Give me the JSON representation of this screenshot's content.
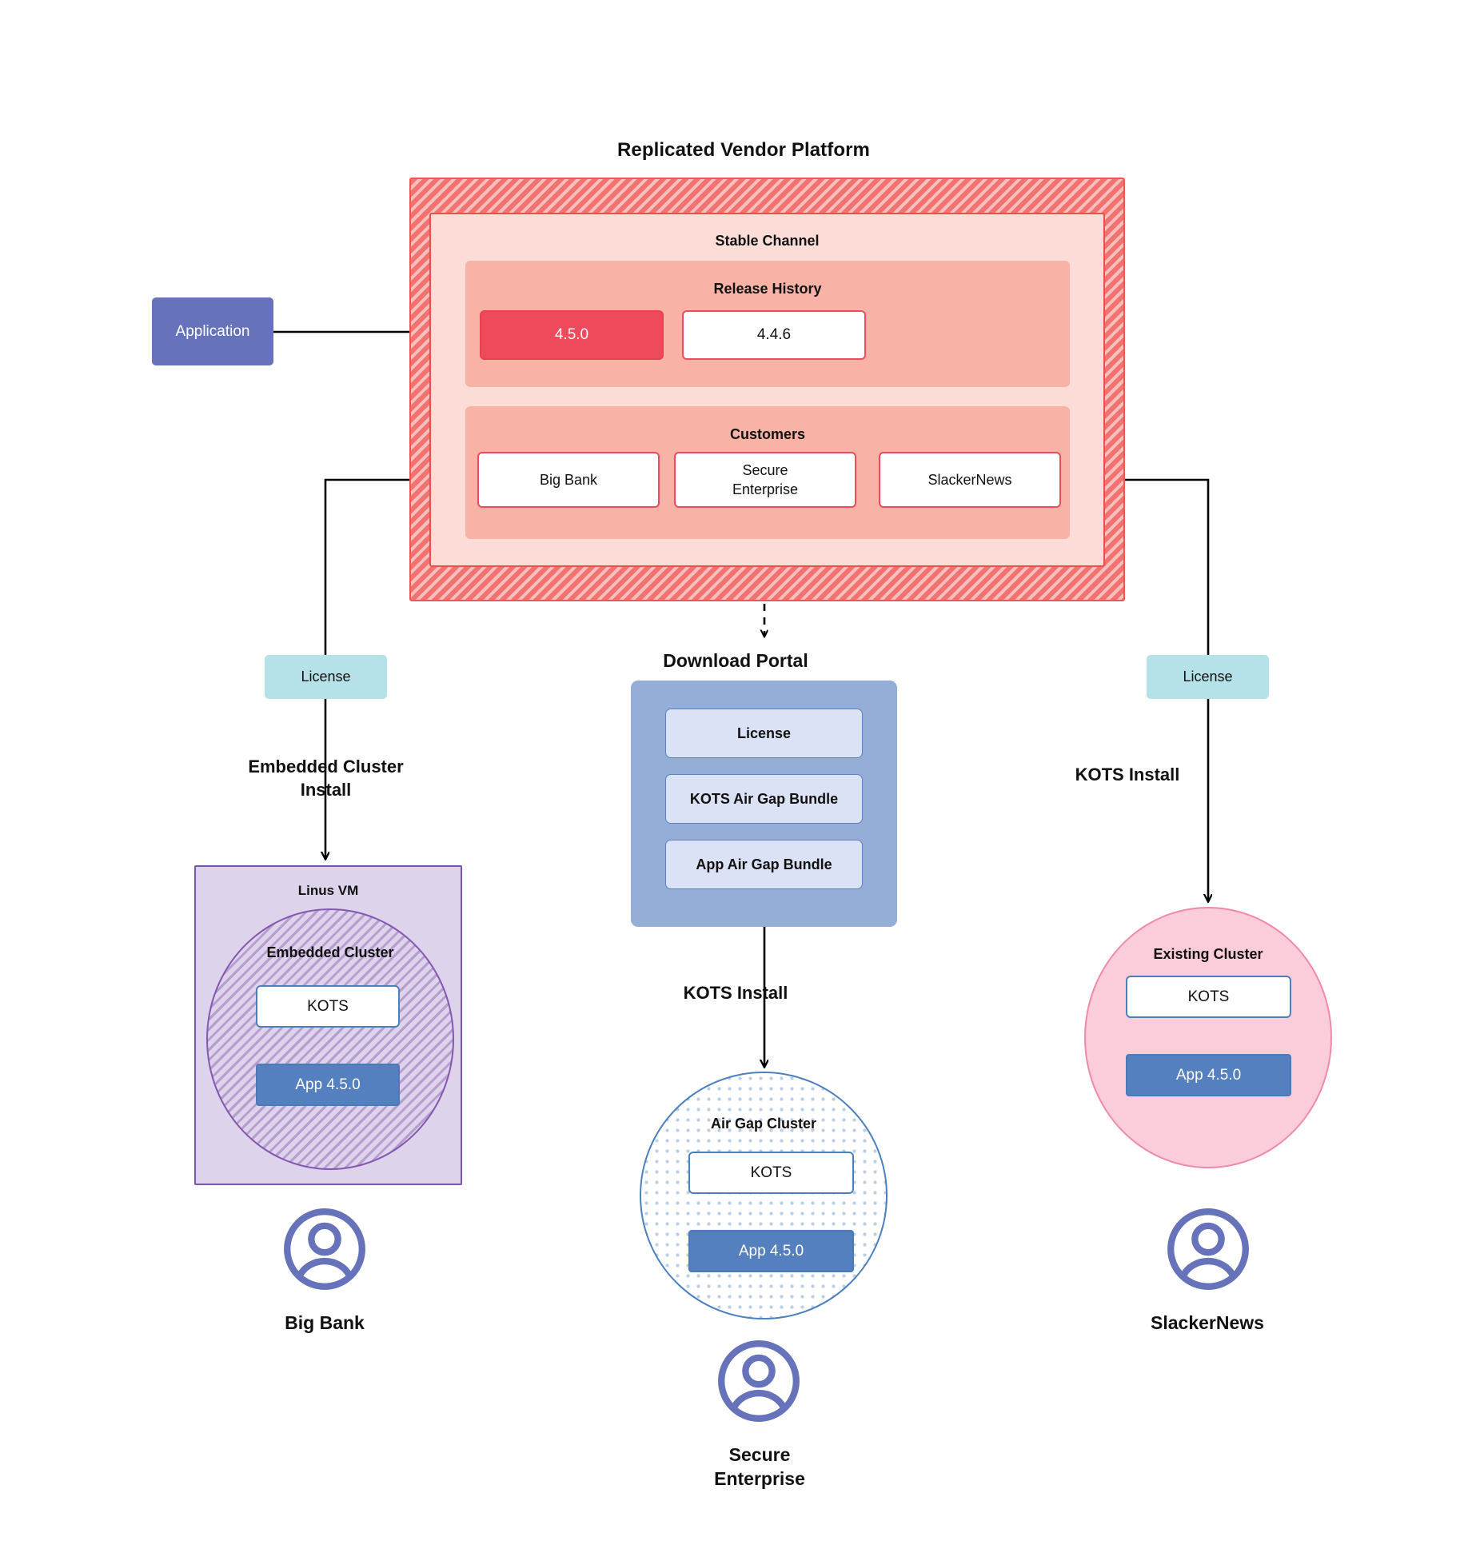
{
  "diagram": {
    "title": "Replicated Vendor Platform",
    "platform": {
      "stable_channel_label": "Stable Channel",
      "release_history_label": "Release History",
      "releases": [
        {
          "version": "4.5.0",
          "state": "current"
        },
        {
          "version": "4.4.6",
          "state": "previous"
        }
      ],
      "customers_label": "Customers",
      "customers": [
        "Big Bank",
        "Secure\nEnterprise",
        "SlackerNews"
      ]
    },
    "application_box": {
      "label": "Application"
    },
    "licenses": {
      "left_label": "License",
      "right_label": "License"
    },
    "install_labels": {
      "left": "Embedded Cluster\nInstall",
      "center": "KOTS Install",
      "right": "KOTS Install"
    },
    "download_portal": {
      "title": "Download  Portal",
      "items": [
        "License",
        "KOTS Air Gap Bundle",
        "App Air Gap Bundle"
      ]
    },
    "left_stack": {
      "vm_label": "Linus VM",
      "cluster_label": "Embedded Cluster",
      "kots_label": "KOTS",
      "app_label": "App 4.5.0"
    },
    "center_stack": {
      "cluster_label": "Air Gap Cluster",
      "kots_label": "KOTS",
      "app_label": "App 4.5.0"
    },
    "right_stack": {
      "cluster_label": "Existing Cluster",
      "kots_label": "KOTS",
      "app_label": "App 4.5.0"
    },
    "end_users": [
      {
        "icon": "user-avatar-icon",
        "label": "Big Bank"
      },
      {
        "icon": "user-avatar-icon",
        "label": "Secure\nEnterprise"
      },
      {
        "icon": "user-avatar-icon",
        "label": "SlackerNews"
      }
    ],
    "colors": {
      "platform_hatch": "#f2726f",
      "platform_border": "#ef5552",
      "stable_channel_fill": "#fcdcd7",
      "release_band_fill": "#f8b3a6",
      "release_current": "#ef4a5b",
      "customer_border": "#ee4a5a",
      "application_fill": "#6672b9",
      "license_fill": "#b5e1e8",
      "download_portal_fill": "#94aed8",
      "download_item_fill": "#dbe2f5",
      "linux_vm_fill": "#ddd3ea",
      "linux_vm_border": "#7b55a8",
      "existing_cluster_fill": "#fbccda",
      "existing_cluster_border": "#ef8aab",
      "airgap_border": "#4b7fbd",
      "airgap_dots": "#b9cfe8",
      "kots_border": "#4b7fbd",
      "app_fill": "#5480bf",
      "avatar": "#6672b9",
      "connector": "#000000"
    }
  }
}
